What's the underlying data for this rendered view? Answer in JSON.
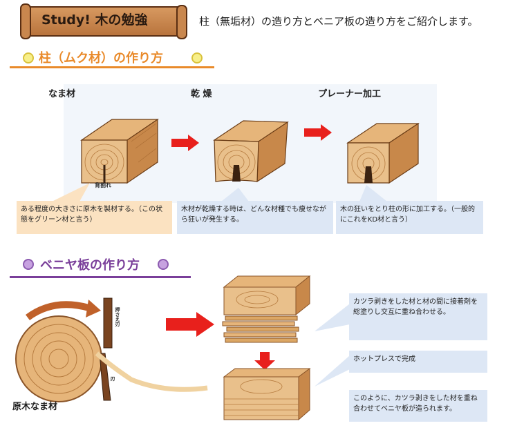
{
  "header": {
    "title": "Study! 木の勉強",
    "intro": "柱（無垢材）の造り方とベニア板の造り方をご紹介します。"
  },
  "section1": {
    "title": "柱（ムク材）の作り方",
    "stages": [
      "なま材",
      "乾 燥",
      "プレーナー加工"
    ],
    "crack_label": "背割れ",
    "notes": [
      "ある程度の大きさに原木を製材する。（この状態をグリーン材と言う）",
      "木材が乾燥する時は、どんな材種でも痩せながら狂いが発生する。",
      "木の狂いをとり柱の形に加工する。（一般的にこれをKD材と言う）"
    ]
  },
  "section2": {
    "title": "ベニヤ板の作り方",
    "log_label": "原木なま材",
    "blade_top": "押さえ刃",
    "blade_bottom": "刃",
    "notes": [
      "カツラ剥きをした材と材の間に接着剤を総塗りし交互に重ね合わせる。",
      "ホットプレスで完成",
      "このように、カツラ剥きをした材を重ね合わせてベニヤ板が造られます。"
    ]
  },
  "colors": {
    "section1_accent": "#e98a2a",
    "section2_accent": "#7a3f9a",
    "arrow_red": "#e8201c",
    "wood": "#d9a05b",
    "note_orange": "#fbe2c1",
    "note_blue": "#dde7f5"
  }
}
